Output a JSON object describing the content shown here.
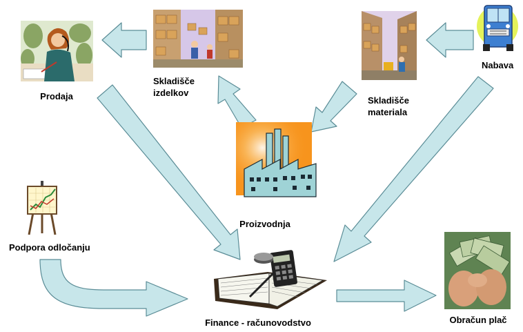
{
  "nodes": {
    "prodaja": {
      "label": "Prodaja"
    },
    "skladisce_izdelkov": {
      "label_line1": "Skladišče",
      "label_line2": "izdelkov"
    },
    "skladisce_materiala": {
      "label_line1": "Skladišče",
      "label_line2": "materiala"
    },
    "nabava": {
      "label": "Nabava"
    },
    "proizvodnja": {
      "label": "Proizvodnja"
    },
    "podpora": {
      "label": "Podpora odločanju"
    },
    "finance": {
      "label": "Finance - računovodstvo"
    },
    "obracun": {
      "label": "Obračun plač"
    }
  },
  "colors": {
    "arrow_fill": "#c7e6ea",
    "arrow_stroke": "#5a8c96",
    "factory_bg": "#f7941d"
  },
  "icons": [
    "sales-woman-phone-icon",
    "warehouse-products-icon",
    "warehouse-materials-icon",
    "delivery-truck-icon",
    "factory-icon",
    "chart-easel-icon",
    "ledger-calculator-icon",
    "money-hands-icon"
  ]
}
